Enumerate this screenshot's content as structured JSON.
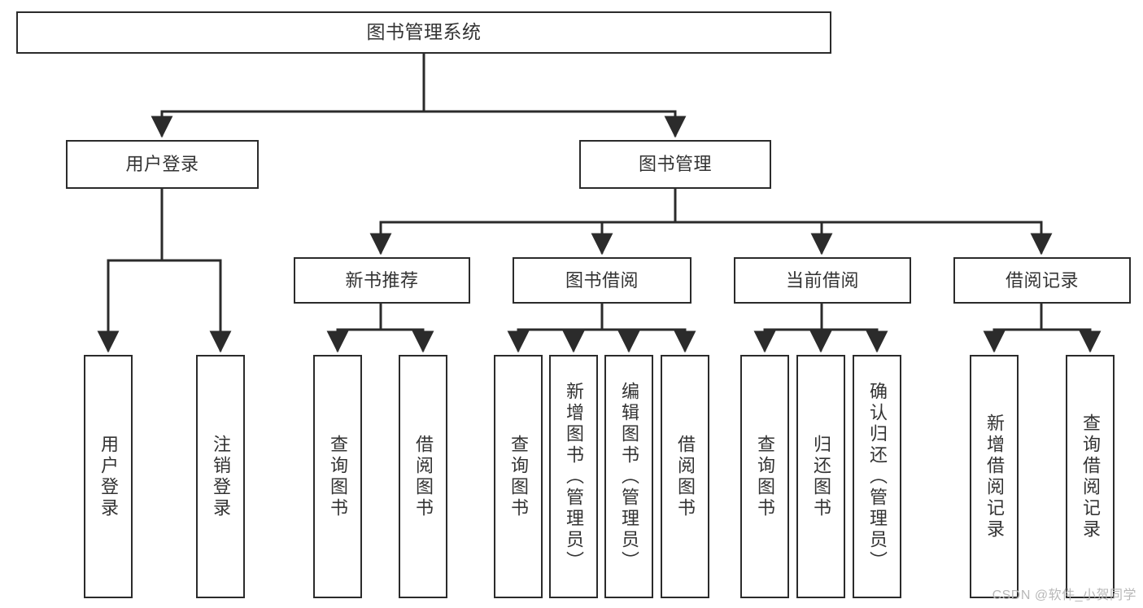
{
  "diagram": {
    "title": "图书管理系统",
    "type": "tree-hierarchy-chart",
    "watermark": "CSDN @软件_小贺同学",
    "colors": {
      "box_border": "#2b2b2b",
      "box_fill": "#ffffff",
      "text": "#333333",
      "connector": "#2b2b2b",
      "watermark": "#b8b8b8",
      "background": "#ffffff"
    },
    "nodes": {
      "root": {
        "label": "图书管理系统"
      },
      "level2": [
        {
          "label": "用户登录"
        },
        {
          "label": "图书管理"
        }
      ],
      "level3": [
        {
          "label": "新书推荐"
        },
        {
          "label": "图书借阅"
        },
        {
          "label": "当前借阅"
        },
        {
          "label": "借阅记录"
        }
      ],
      "leaves": {
        "user_login": [
          {
            "label": "用户登录"
          },
          {
            "label": "注销登录"
          }
        ],
        "new_book_recommend": [
          {
            "label": "查询图书"
          },
          {
            "label": "借阅图书"
          }
        ],
        "book_borrow": [
          {
            "label": "查询图书"
          },
          {
            "label": "新增图书（管理员）"
          },
          {
            "label": "编辑图书（管理员）"
          },
          {
            "label": "借阅图书"
          }
        ],
        "current_borrow": [
          {
            "label": "查询图书"
          },
          {
            "label": "归还图书"
          },
          {
            "label": "确认归还（管理员）"
          }
        ],
        "borrow_record": [
          {
            "label": "新增借阅记录"
          },
          {
            "label": "查询借阅记录"
          }
        ]
      }
    }
  }
}
